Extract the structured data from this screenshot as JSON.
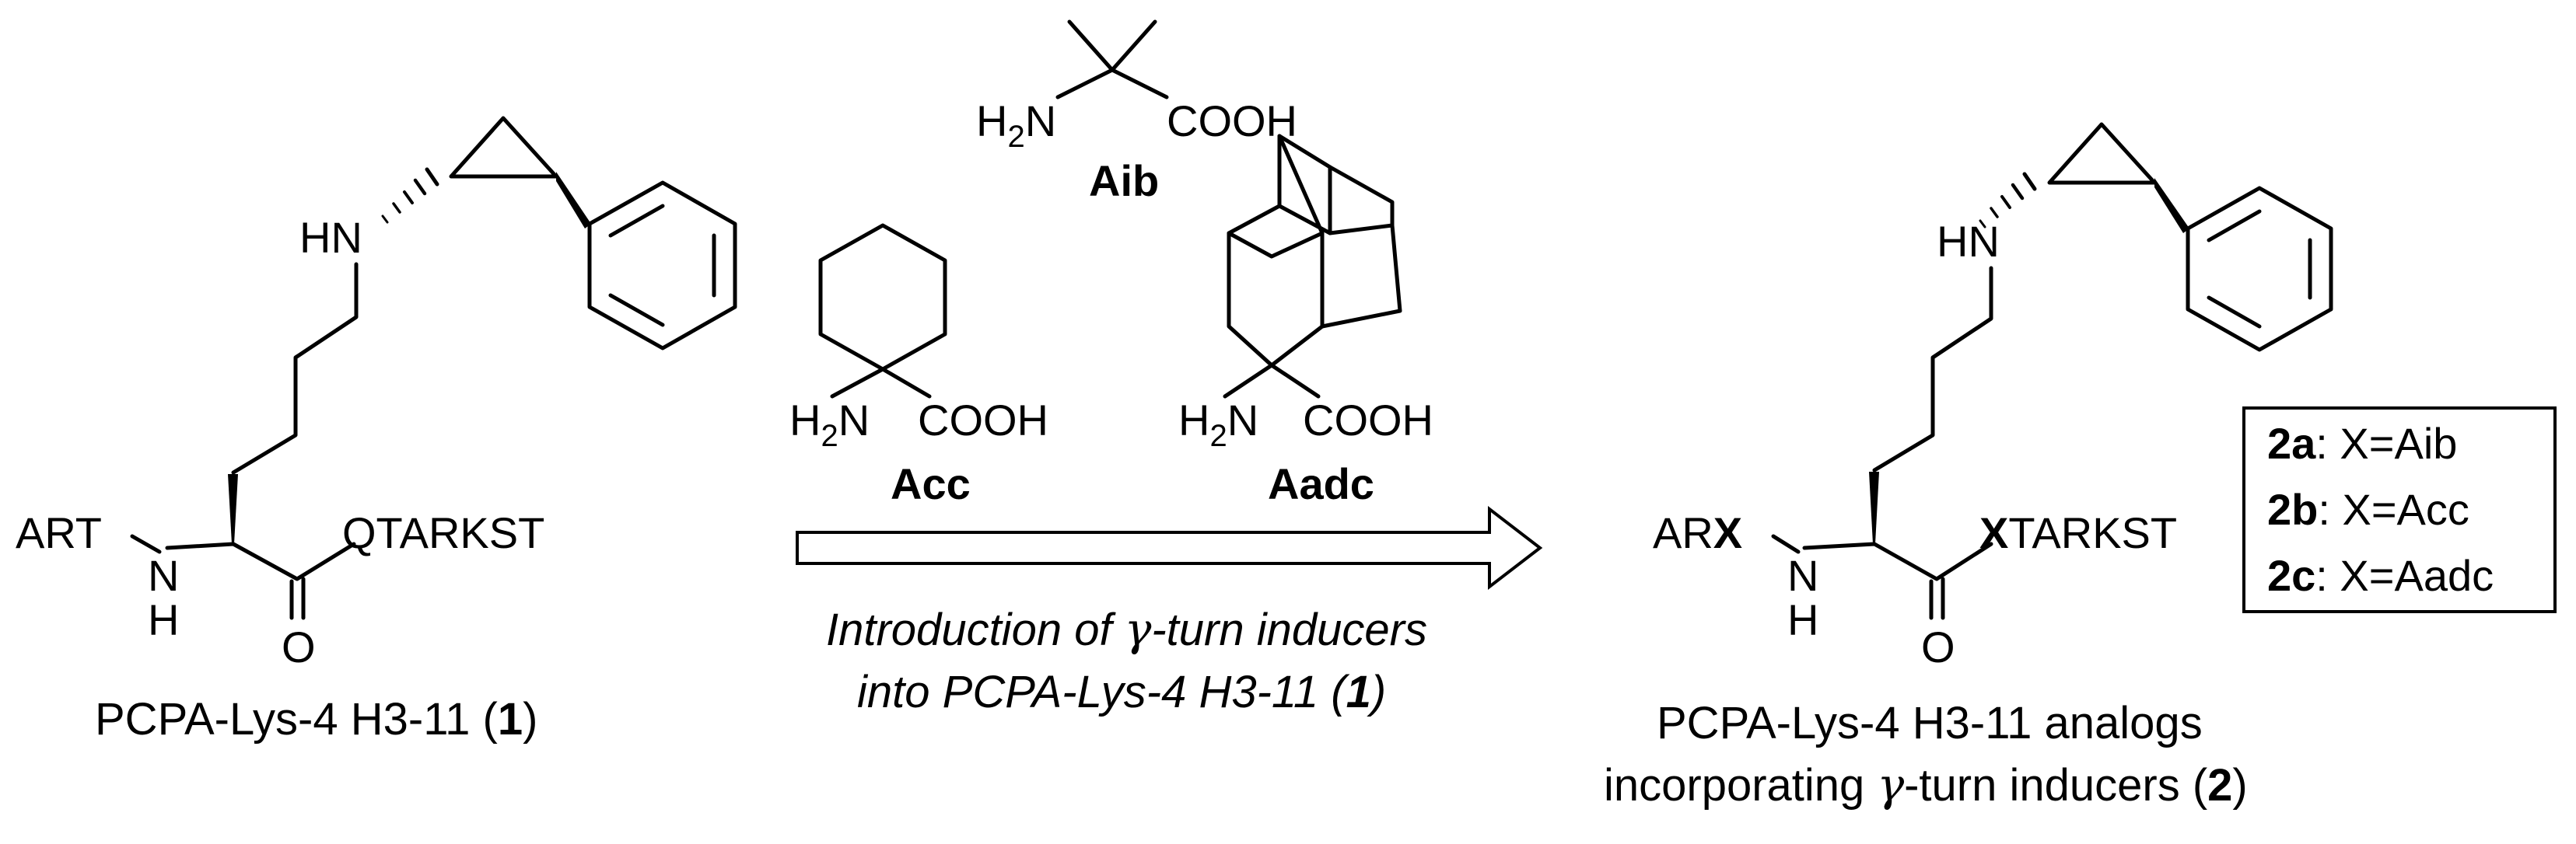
{
  "compound1": {
    "nh": "HN",
    "left_group": "ART",
    "right_group": "QTARKST",
    "amide_n": "N",
    "amide_h": "H",
    "carbonyl_o": "O",
    "caption_pre": "PCPA-Lys-4 H3-11 (",
    "caption_num": "1",
    "caption_post": ")"
  },
  "reagents": {
    "aib": {
      "h": "H",
      "sub": "2",
      "n": "N",
      "cooh": "COOH",
      "name": "Aib"
    },
    "acc": {
      "h": "H",
      "sub": "2",
      "n": "N",
      "cooh": "COOH",
      "name": "Acc"
    },
    "aadc": {
      "h": "H",
      "sub": "2",
      "n": "N",
      "cooh": "COOH",
      "name": "Aadc"
    }
  },
  "arrow": {
    "line1_pre": "Introduction of ",
    "line1_greek": "γ",
    "line1_post": "-turn inducers",
    "line2_pre": "into PCPA-Lys-4 H3-11 (",
    "line2_num": "1",
    "line2_post": ")"
  },
  "compound2": {
    "nh": "HN",
    "left_pre": "AR",
    "left_x": "X",
    "right_x": "X",
    "right_post": "TARKST",
    "amide_n": "N",
    "amide_h": "H",
    "carbonyl_o": "O",
    "caption_line1": "PCPA-Lys-4 H3-11 analogs",
    "caption_line2_pre": "incorporating ",
    "caption_line2_greek": "γ",
    "caption_line2_mid": "-turn inducers (",
    "caption_line2_num": "2",
    "caption_line2_post": ")"
  },
  "legend": [
    {
      "id": "2a",
      "text": ": X=Aib"
    },
    {
      "id": "2b",
      "text": ": X=Acc"
    },
    {
      "id": "2c",
      "text": ": X=Aadc"
    }
  ]
}
